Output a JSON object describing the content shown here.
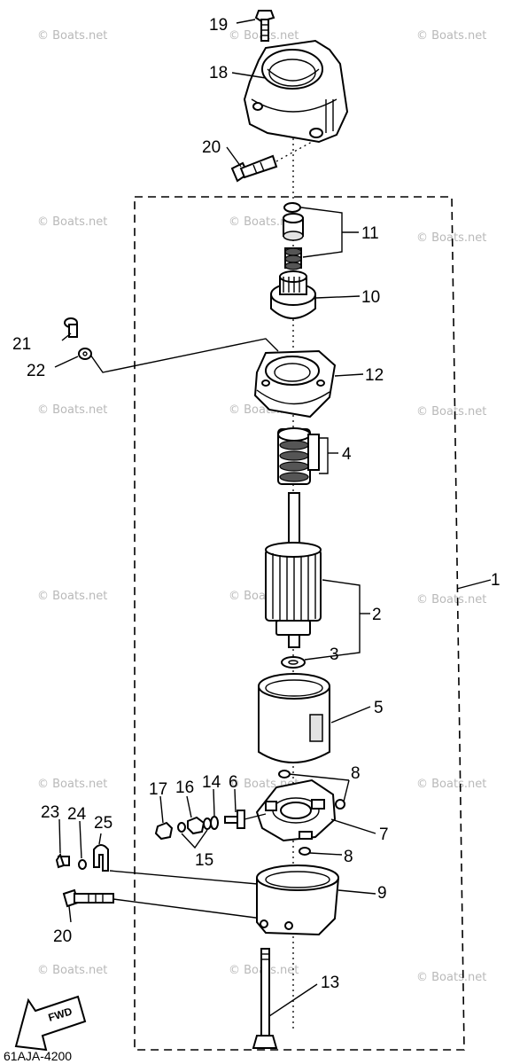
{
  "diagram": {
    "code": "61AJA-4200",
    "fwd": "FWD",
    "watermark": "© Boats.net",
    "labels": {
      "p1": "1",
      "p2": "2",
      "p3": "3",
      "p4": "4",
      "p5": "5",
      "p6": "6",
      "p7": "7",
      "p8a": "8",
      "p8b": "8",
      "p9": "9",
      "p10": "10",
      "p11": "11",
      "p12": "12",
      "p13": "13",
      "p14": "14",
      "p15": "15",
      "p16": "16",
      "p17": "17",
      "p18": "18",
      "p19": "19",
      "p20a": "20",
      "p20b": "20",
      "p21": "21",
      "p22": "22",
      "p23": "23",
      "p24": "24",
      "p25": "25"
    }
  }
}
